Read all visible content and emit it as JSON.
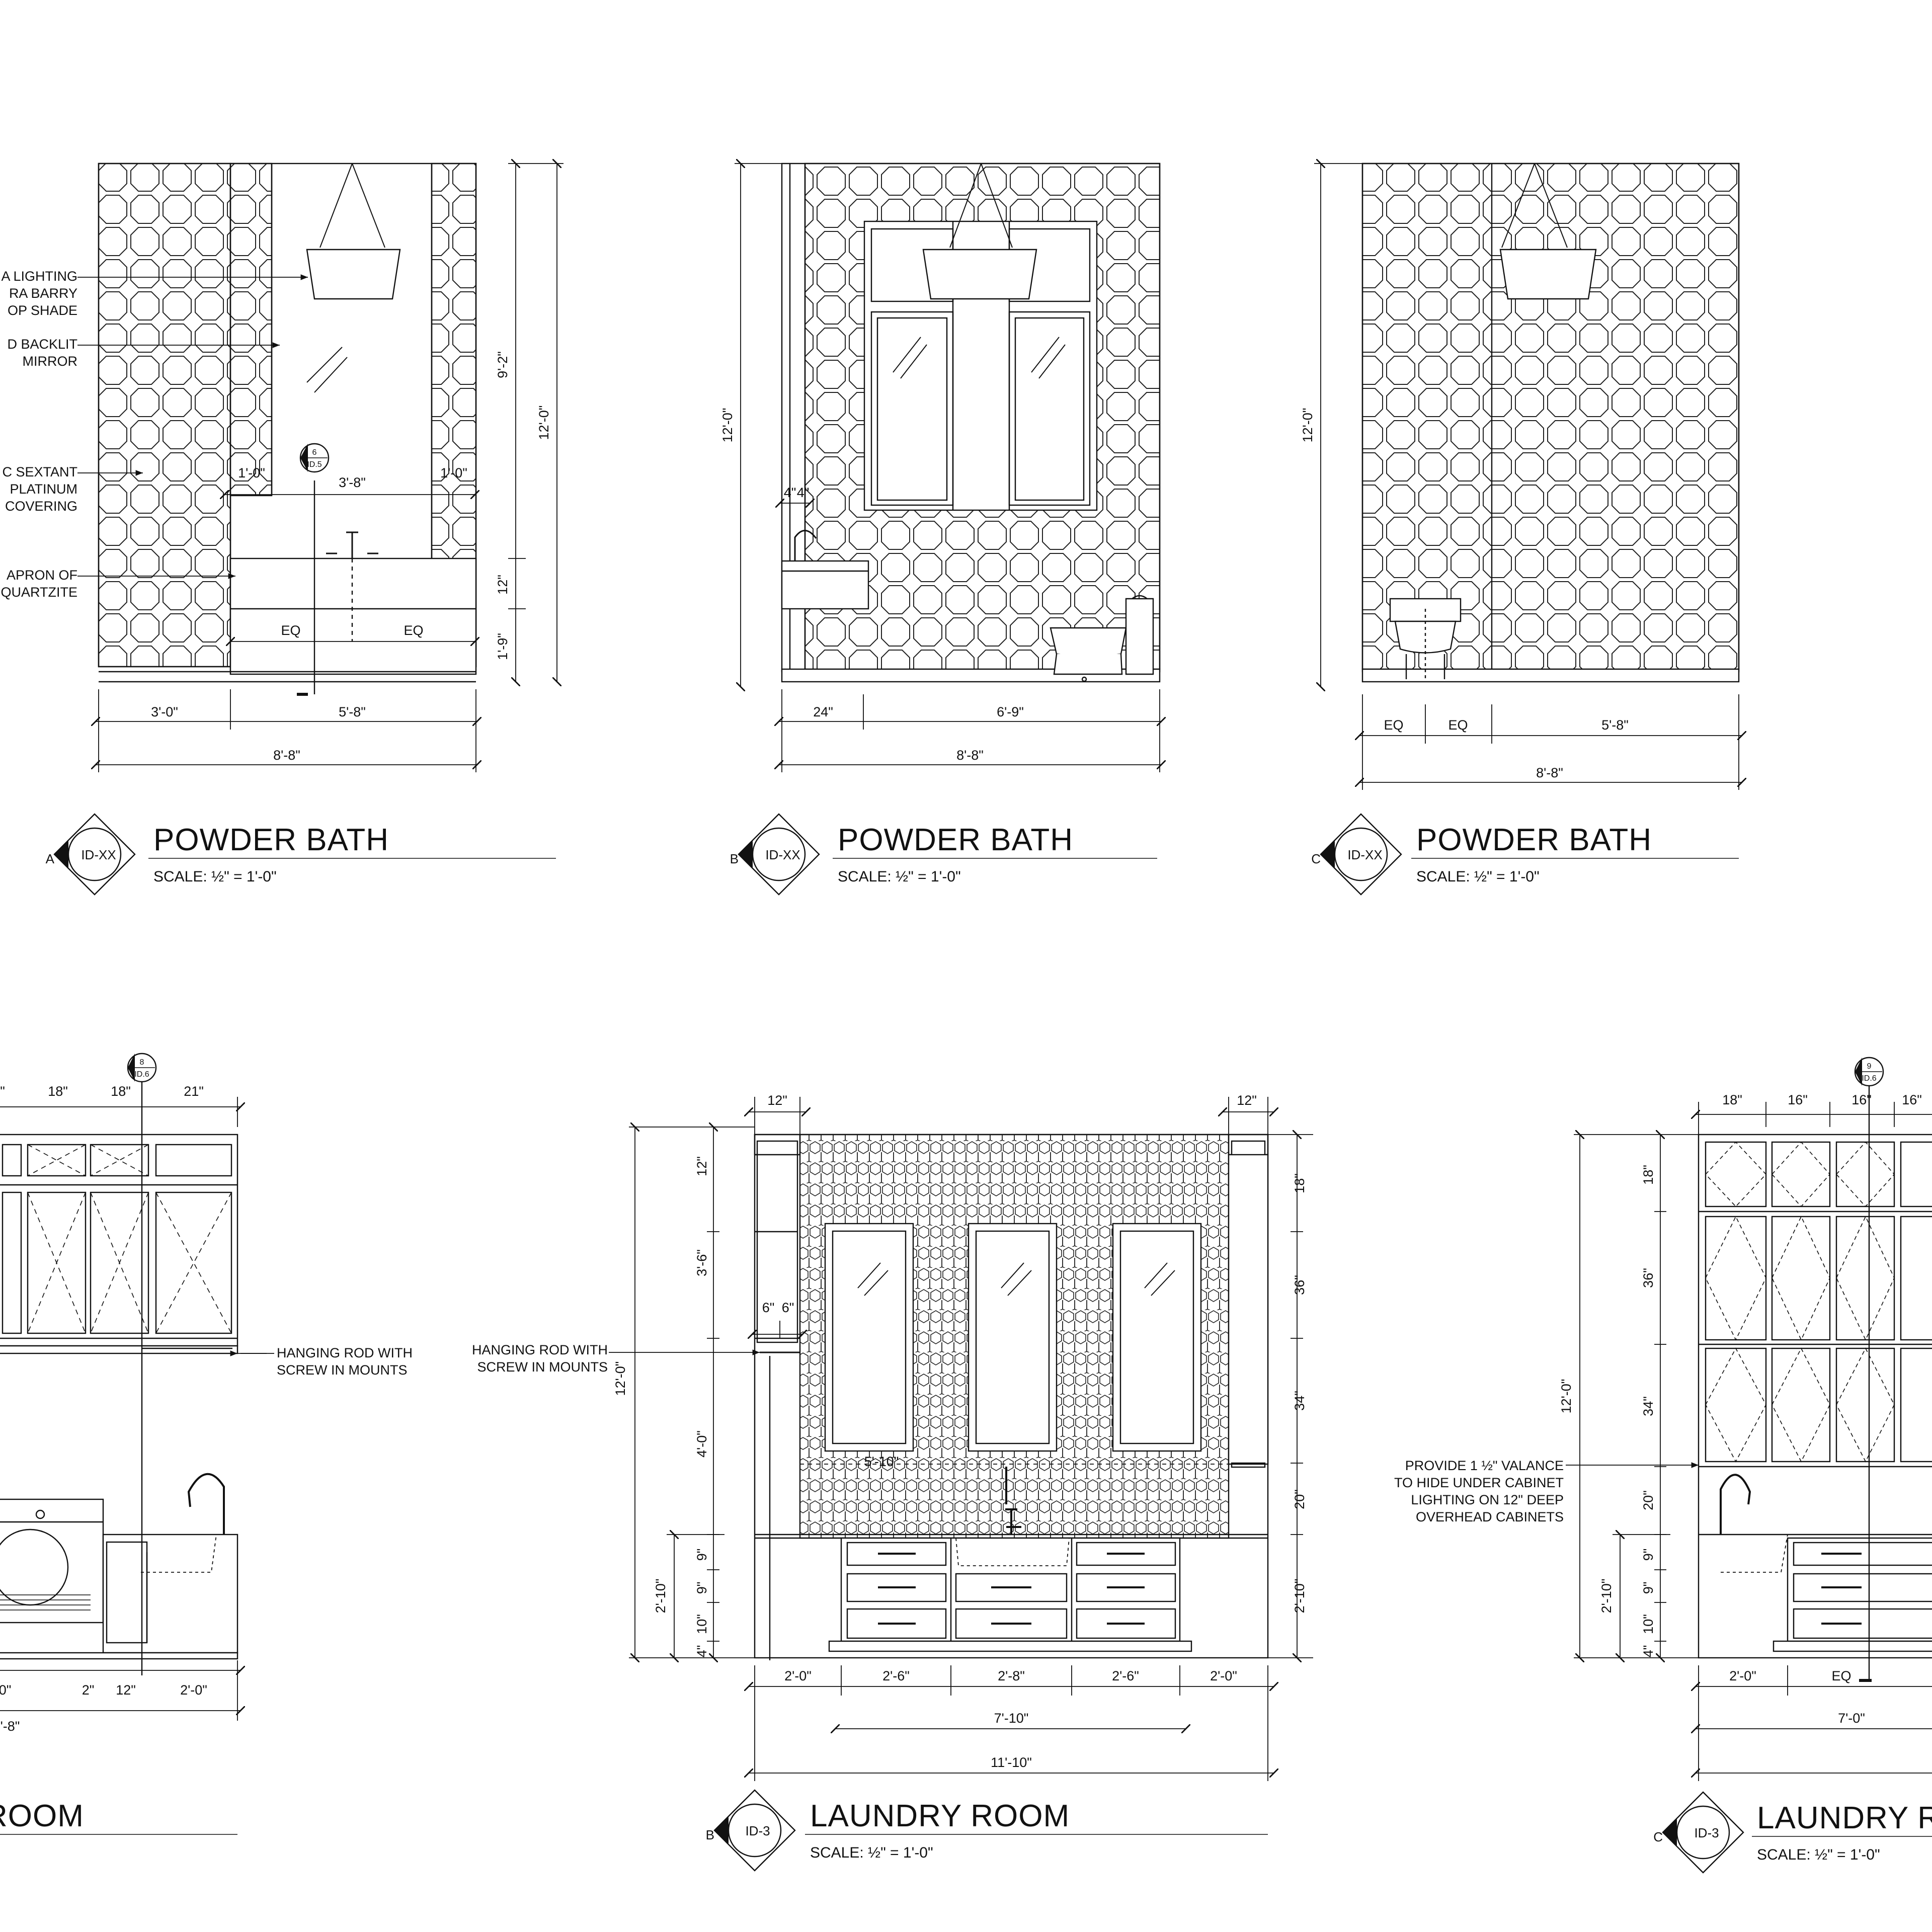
{
  "drawings": [
    {
      "id": "A-powder",
      "letter": "A",
      "tag": "ID-XX",
      "title": "POWDER BATH",
      "scale": "SCALE: ½\" = 1'-0\"",
      "section_marker": {
        "number": "6",
        "sheet": "ID.5"
      },
      "notes": [
        "A LIGHTING",
        "RA BARRY",
        "OP SHADE",
        "D BACKLIT",
        "MIRROR",
        "C SEXTANT",
        "PLATINUM",
        "COVERING",
        "APRON OF",
        "QUARTZITE"
      ],
      "dims": [
        "1'-0\"",
        "3'-8\"",
        "1'-0\"",
        "EQ",
        "EQ",
        "9'-2\"",
        "12'-0\"",
        "12\"",
        "1'-9\"",
        "3'-0\"",
        "5'-8\"",
        "8'-8\""
      ]
    },
    {
      "id": "B-powder",
      "letter": "B",
      "tag": "ID-XX",
      "title": "POWDER BATH",
      "scale": "SCALE: ½\" = 1'-0\"",
      "dims": [
        "12'-0\"",
        "4\"",
        "4\"",
        "24\"",
        "6'-9\"",
        "8'-8\""
      ]
    },
    {
      "id": "C-powder",
      "letter": "C",
      "tag": "ID-XX",
      "title": "POWDER BATH",
      "scale": "SCALE: ½\" = 1'-0\"",
      "dims": [
        "12'-0\"",
        "EQ",
        "EQ",
        "5'-8\"",
        "8'-8\""
      ]
    },
    {
      "id": "A-laundry",
      "title": "ROOM",
      "section_marker": {
        "number": "8",
        "sheet": "ID.6"
      },
      "notes": [
        "HANGING ROD WITH",
        "SCREW IN MOUNTS"
      ],
      "dims": [
        "\"",
        "18\"",
        "18\"",
        "21\"",
        "0\"",
        "2\"",
        "12\"",
        "2'-0\"",
        "'-8\""
      ]
    },
    {
      "id": "B-laundry",
      "letter": "B",
      "tag": "ID-3",
      "title": "LAUNDRY ROOM",
      "scale": "SCALE: ½\" = 1'-0\"",
      "notes": [
        "HANGING ROD WITH",
        "SCREW IN MOUNTS"
      ],
      "dims": [
        "12\"",
        "12\"",
        "12\"",
        "3'-6\"",
        "6\"",
        "6\"",
        "4'-0\"",
        "12'-0\"",
        "9\"",
        "9\"",
        "10\"",
        "4\"",
        "2'-10\"",
        "18\"",
        "36\"",
        "34\"",
        "20\"",
        "2'-10\"",
        "5'-10\"",
        "2'-0\"",
        "2'-6\"",
        "2'-8\"",
        "2'-6\"",
        "2'-0\"",
        "7'-10\"",
        "11'-10\""
      ]
    },
    {
      "id": "C-laundry",
      "letter": "C",
      "tag": "ID-3",
      "title": "LAUNDRY R",
      "scale": "SCALE: ½\" = 1'-0\"",
      "section_marker": {
        "number": "9",
        "sheet": "ID.6"
      },
      "notes": [
        "PROVIDE 1 ½\" VALANCE",
        "TO HIDE UNDER CABINET",
        "LIGHTING ON 12\" DEEP",
        "OVERHEAD CABINETS"
      ],
      "dims": [
        "18\"",
        "16\"",
        "16\"",
        "16\"",
        "18\"",
        "36\"",
        "34\"",
        "20\"",
        "12'-0\"",
        "9\"",
        "9\"",
        "10\"",
        "4\"",
        "2'-10\"",
        "2'-0\"",
        "EQ",
        "7'-0\""
      ]
    }
  ]
}
